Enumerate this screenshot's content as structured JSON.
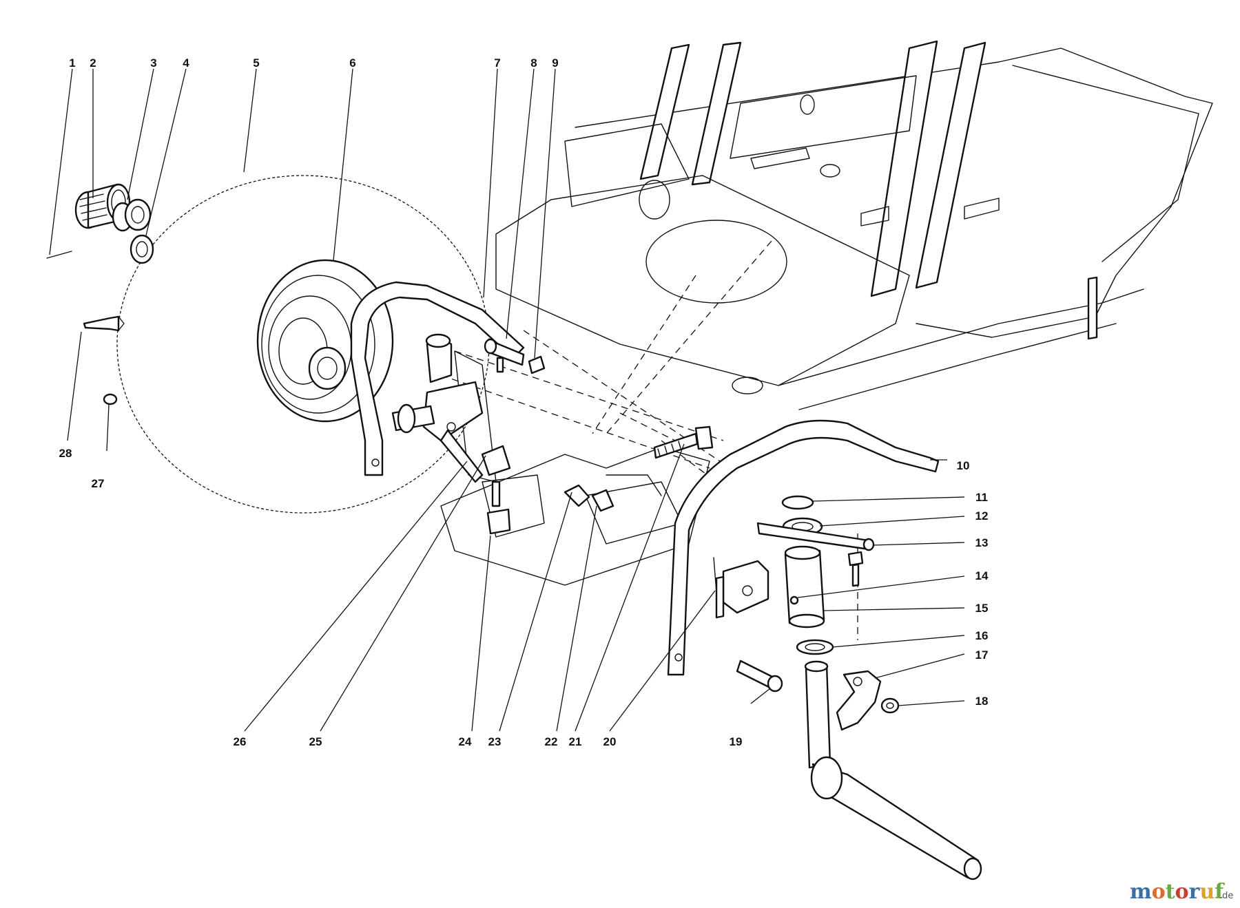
{
  "labels": {
    "l1": "1",
    "l2": "2",
    "l3": "3",
    "l4": "4",
    "l5": "5",
    "l6": "6",
    "l7": "7",
    "l8": "8",
    "l9": "9",
    "l10": "10",
    "l11": "11",
    "l12": "12",
    "l13": "13",
    "l14": "14",
    "l15": "15",
    "l16": "16",
    "l17": "17",
    "l18": "18",
    "l19": "19",
    "l20": "20",
    "l21": "21",
    "l22": "22",
    "l23": "23",
    "l24": "24",
    "l25": "25",
    "l26": "26",
    "l27": "27",
    "l28": "28"
  },
  "watermark": {
    "brand": "motoruf",
    "tld": ".de"
  },
  "colors": {
    "line": "#111111",
    "background": "#ffffff",
    "watermark_m": "#3a6ea5",
    "watermark_o1": "#e06a2a",
    "watermark_t": "#6aa842",
    "watermark_o2": "#c8402f",
    "watermark_r": "#3a6ea5",
    "watermark_u": "#e0a02a",
    "watermark_f": "#6aa842"
  }
}
